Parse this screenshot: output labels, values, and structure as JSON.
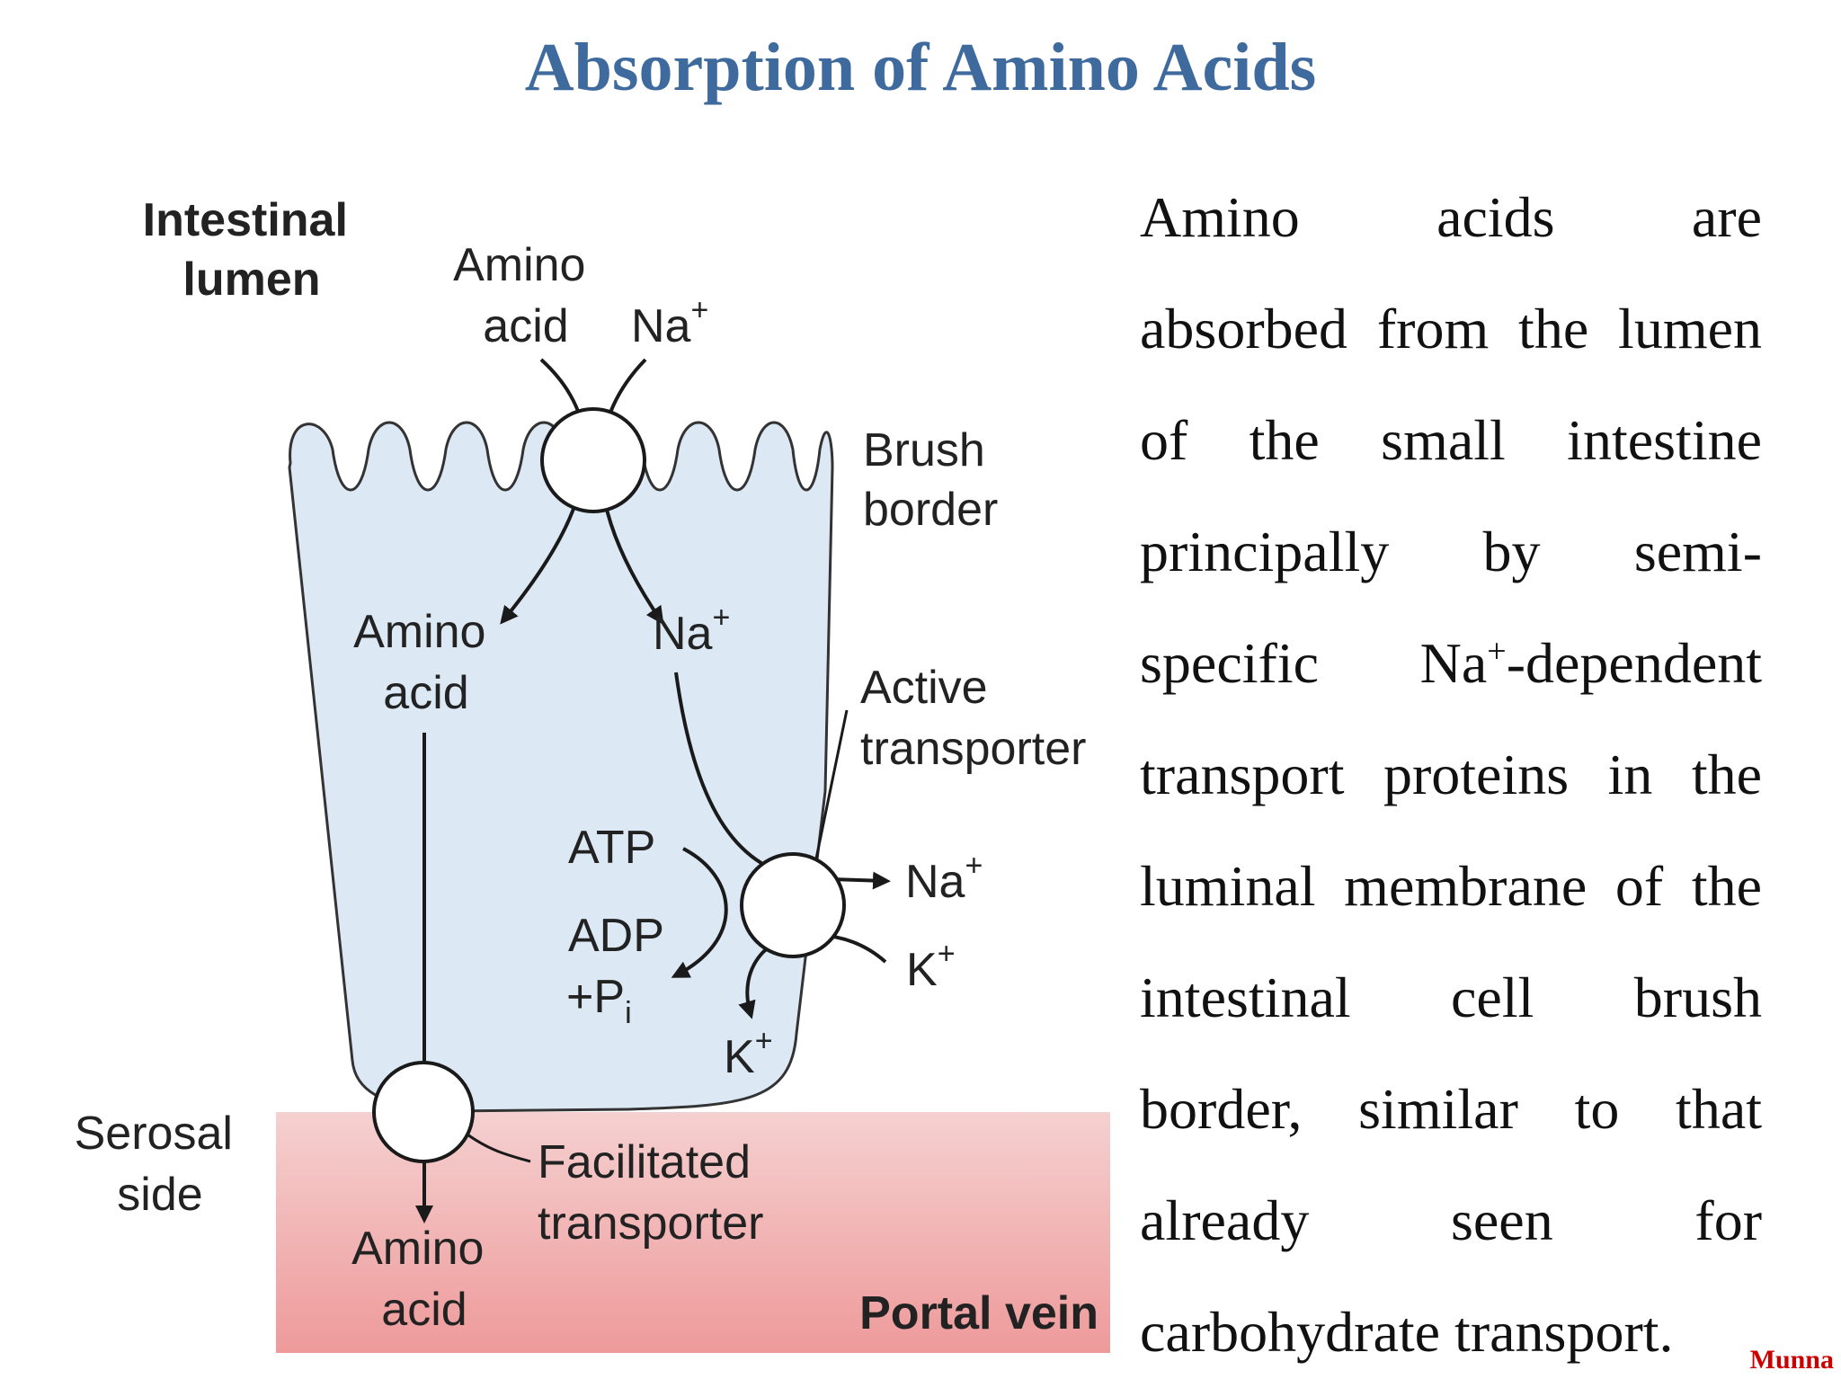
{
  "title": "Absorption of Amino Acids",
  "diagram": {
    "intestinal_lumen": [
      "Intestinal",
      "lumen"
    ],
    "amino_acid_top": [
      "Amino",
      "acid"
    ],
    "na_top": "Na",
    "brush_border": [
      "Brush",
      "border"
    ],
    "amino_acid_cell": [
      "Amino",
      "acid"
    ],
    "na_cell": "Na",
    "active_transporter": [
      "Active",
      "transporter"
    ],
    "atp": "ATP",
    "adp": "ADP",
    "pi": "+P",
    "pi_sub": "i",
    "na_out": "Na",
    "k_in": "K",
    "k_cell": "K",
    "plus": "+",
    "serosal_side": [
      "Serosal",
      "side"
    ],
    "facilitated_transporter": [
      "Facilitated",
      "transporter"
    ],
    "amino_acid_bottom": [
      "Amino",
      "acid"
    ],
    "portal_vein": "Portal vein"
  },
  "description": {
    "lines": [
      "Amino acids are",
      "absorbed from the lumen",
      "of the small intestine",
      "principally by semi-",
      "specific Na",
      "transport proteins in the",
      "luminal membrane of the",
      "intestinal cell brush",
      "border, similar to that",
      "already seen for",
      "carbohydrate transport."
    ],
    "na_superscript": "+",
    "na_suffix": "-dependent"
  },
  "credit": "Munna",
  "colors": {
    "title": "#3f6a9e",
    "cell_fill": "#dce9f5",
    "portal_vein_top": "#f3c6c6",
    "portal_vein_bottom": "#ef9a9a",
    "credit": "#cc0000"
  }
}
